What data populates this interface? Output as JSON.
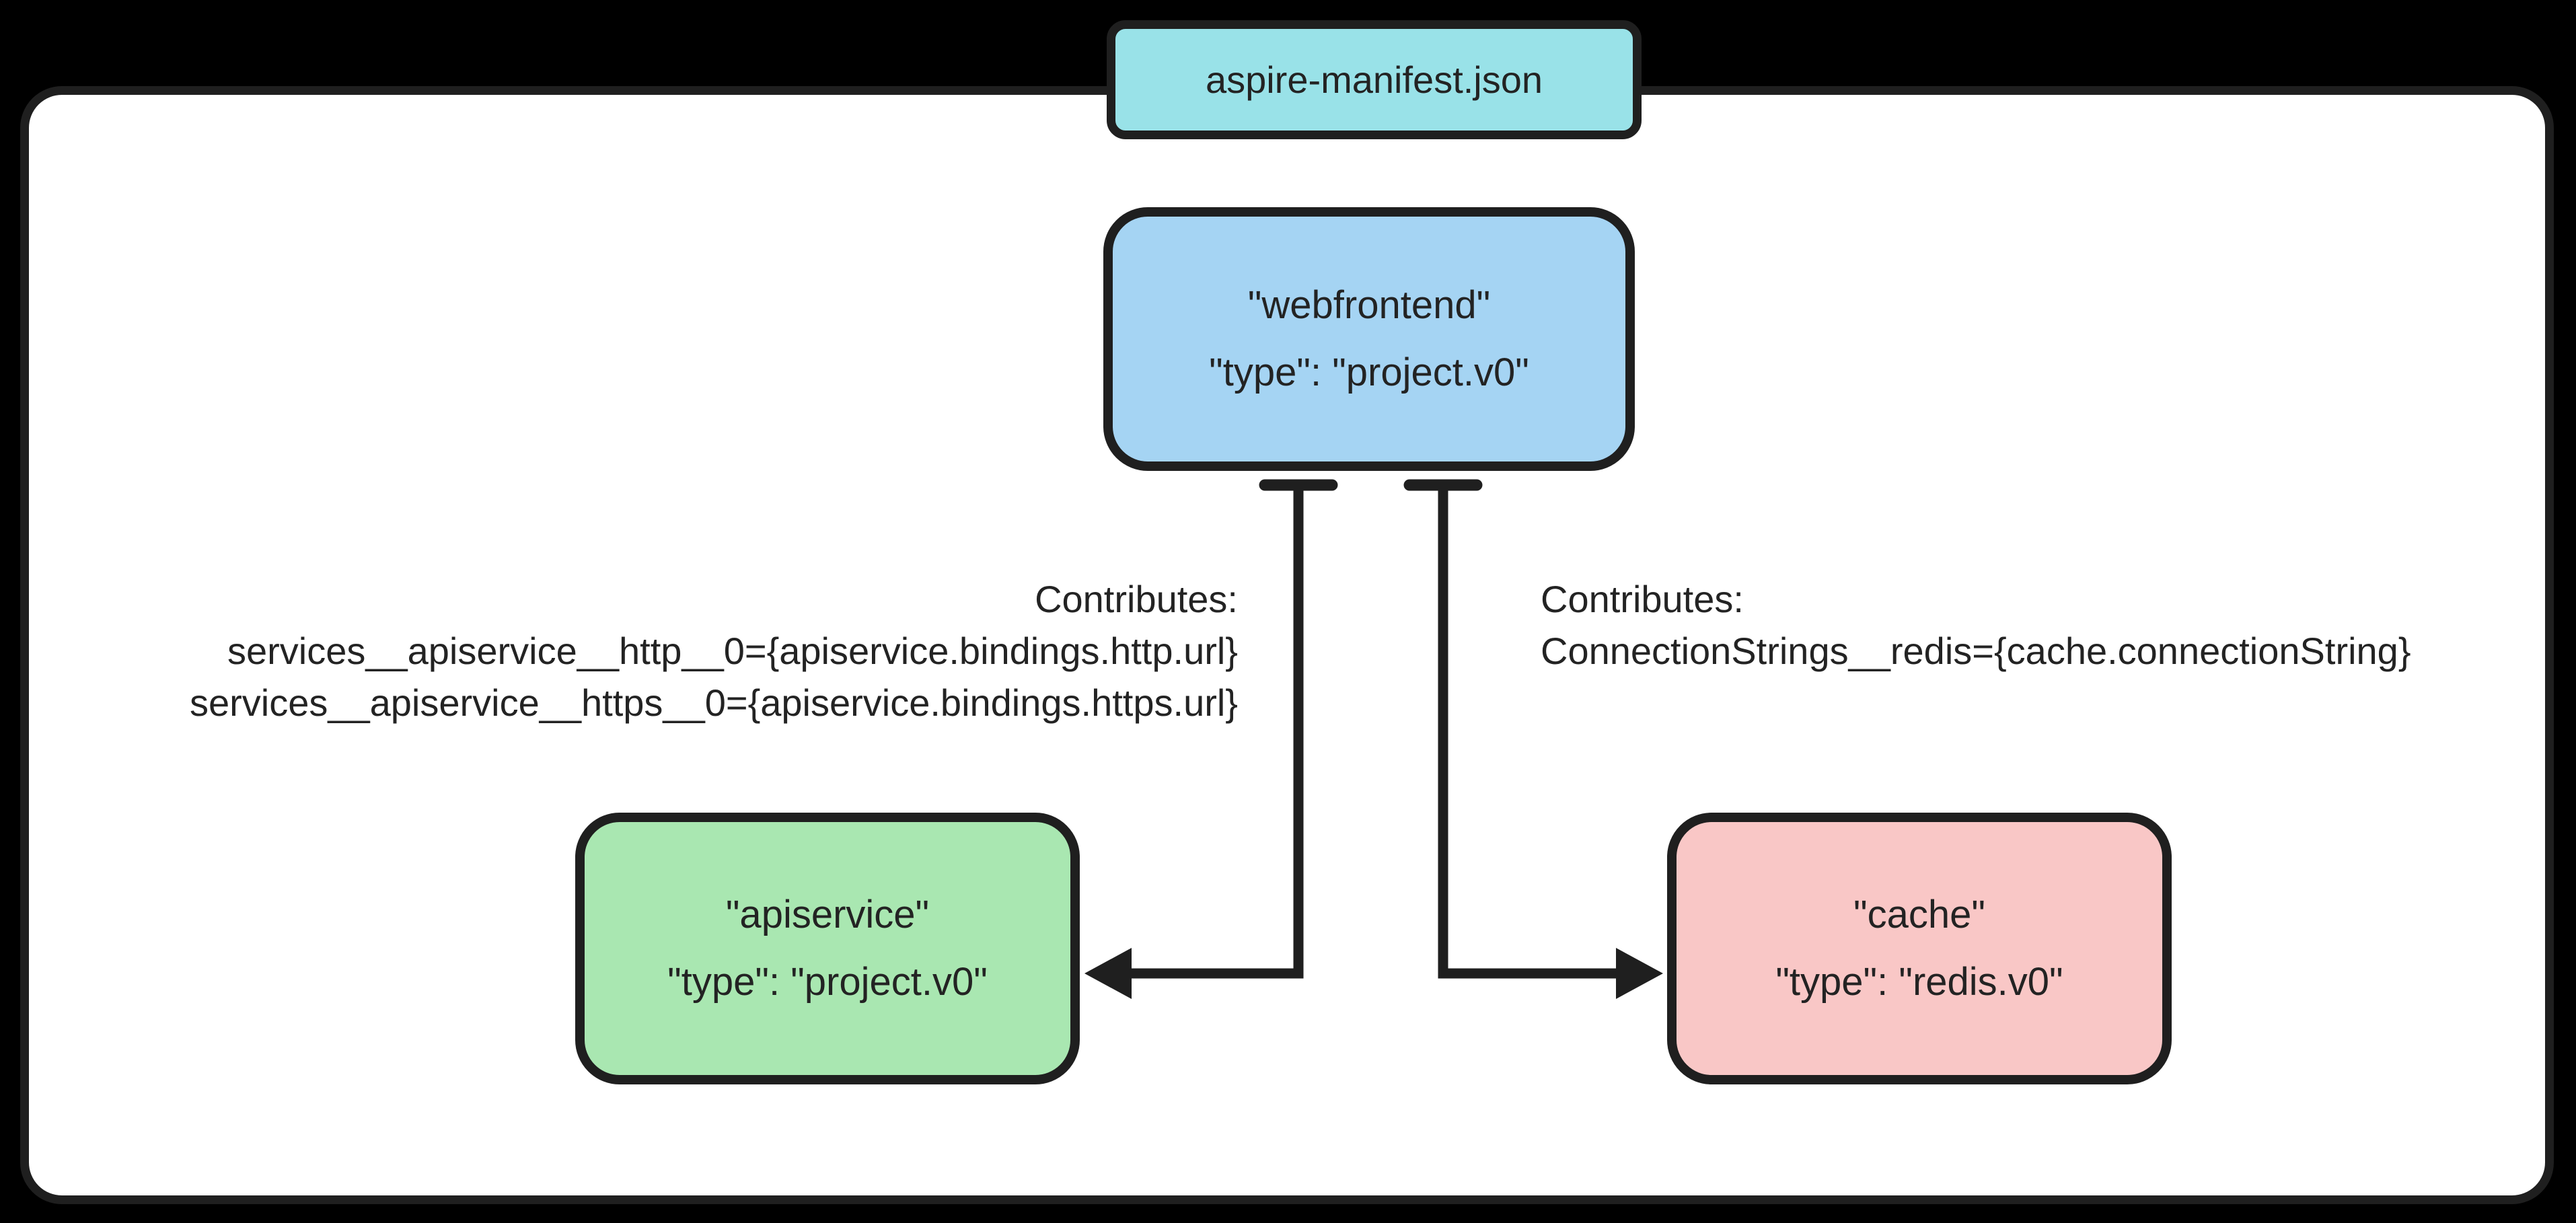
{
  "diagram": {
    "manifest_label": "aspire-manifest.json",
    "nodes": {
      "webfrontend": {
        "name": "\"webfrontend\"",
        "type": "\"type\": \"project.v0\"",
        "fill": "#a5d4f3"
      },
      "apiservice": {
        "name": "\"apiservice\"",
        "type": "\"type\": \"project.v0\"",
        "fill": "#a9e7b1"
      },
      "cache": {
        "name": "\"cache\"",
        "type": "\"type\": \"redis.v0\"",
        "fill": "#f9c7c6"
      }
    },
    "edges": [
      {
        "from": "webfrontend",
        "to": "apiservice",
        "label_lines": [
          "Contributes:",
          "services__apiservice__http__0={apiservice.bindings.http.url}",
          "services__apiservice__https__0={apiservice.bindings.https.url}"
        ]
      },
      {
        "from": "webfrontend",
        "to": "cache",
        "label_lines": [
          "Contributes:",
          "ConnectionStrings__redis={cache.connectionString}"
        ]
      }
    ],
    "colors": {
      "page_background": "#000000",
      "container_background": "#ffffff",
      "line": "#1f1f1f",
      "text": "#232323",
      "manifest_fill": "#99e2e8"
    }
  }
}
